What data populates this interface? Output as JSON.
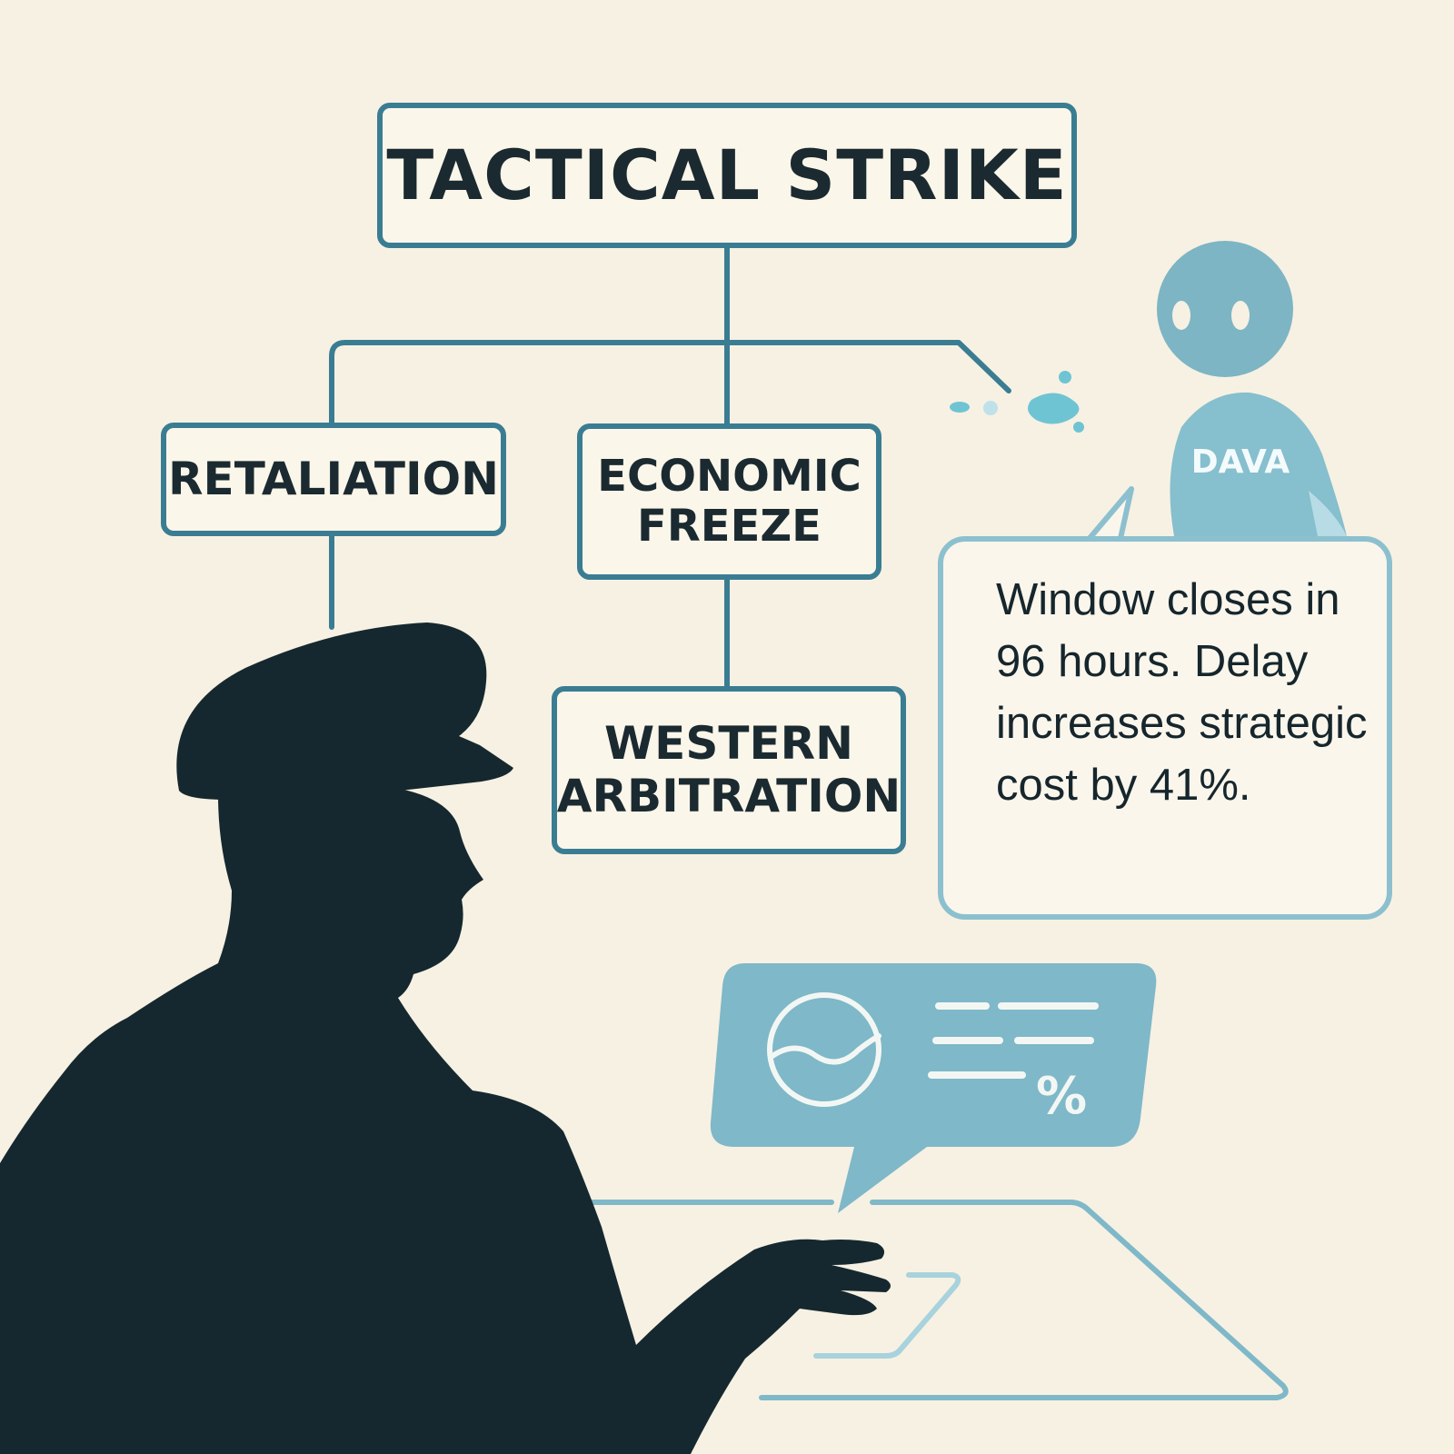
{
  "diagram": {
    "top": "TACTICAL STRIKE",
    "branches": [
      {
        "label": "RETALIATION"
      },
      {
        "label": "ECONOMIC\nFREEZE"
      }
    ],
    "sub_branch": "WESTERN\nARBITRATION"
  },
  "assistant": {
    "name": "DAVA",
    "message": "Window closes in 96 hours. Delay increases strategic cost by 41%."
  },
  "dashboard": {
    "percent_symbol": "%"
  },
  "colors": {
    "background": "#f7f1e3",
    "box_border": "#3a7d93",
    "accent": "#7fb8c8",
    "silhouette": "#15282f",
    "text": "#1b2a30"
  }
}
